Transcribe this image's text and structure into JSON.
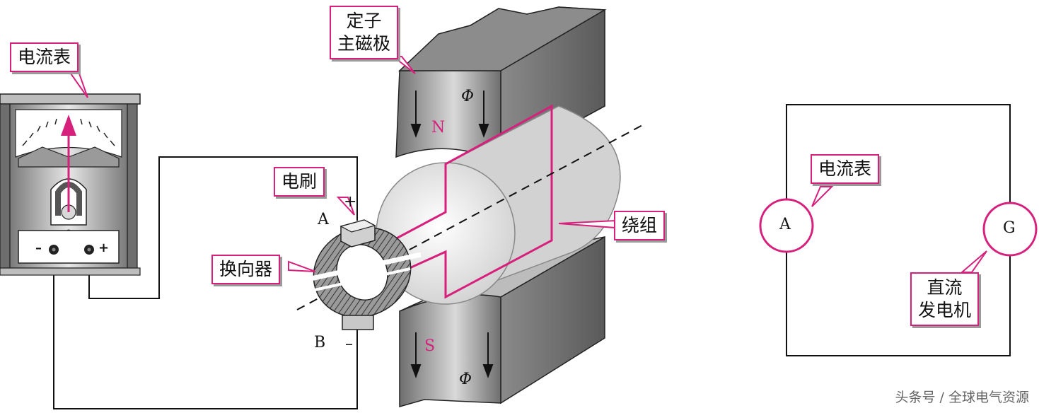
{
  "labels": {
    "ammeter": "电流表",
    "stator_pole_line1": "定子",
    "stator_pole_line2": "主磁极",
    "brush": "电刷",
    "commutator": "换向器",
    "winding": "绕组",
    "schematic_ammeter": "电流表",
    "dc_generator_line1": "直流",
    "dc_generator_line2": "发电机"
  },
  "symbols": {
    "terminal_a": "A",
    "terminal_b": "B",
    "plus": "+",
    "minus": "–",
    "meter_minus": "–",
    "meter_plus": "+",
    "north": "N",
    "south": "S",
    "flux_top": "Φ",
    "flux_bottom": "Φ",
    "circle_a": "A",
    "circle_g": "G"
  },
  "watermark": "头条号 / 全球电气资源",
  "colors": {
    "accent": "#d6207c",
    "pole_dark": "#6e6e6e",
    "pole_light": "#dcdcdc",
    "wire": "#111111"
  }
}
